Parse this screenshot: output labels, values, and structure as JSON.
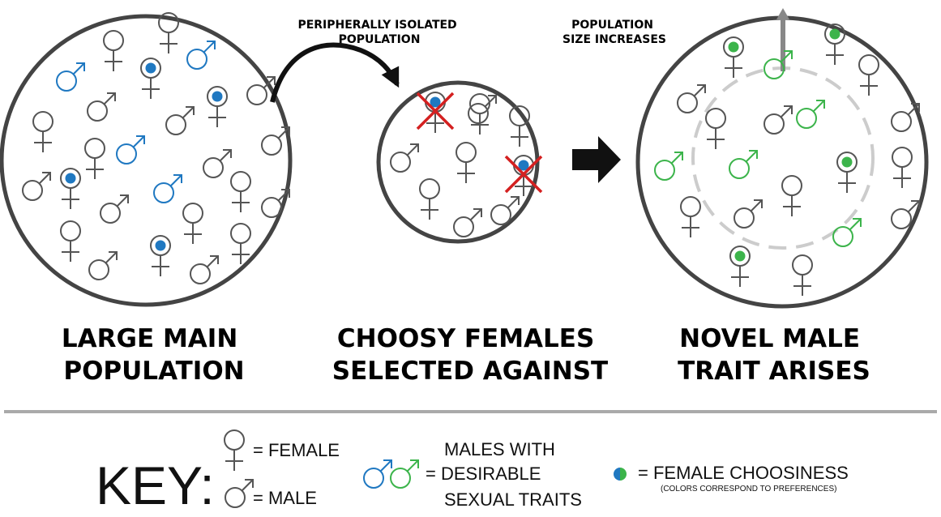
{
  "colors": {
    "outline": "#444444",
    "symbol": "#555555",
    "blue": "#1f78c1",
    "green": "#3cb44b",
    "red": "#d42020",
    "arrow": "#111111",
    "dashed": "#cccccc",
    "divider": "#aaaaaa",
    "grayArrow": "#888888"
  },
  "labels": {
    "isolated": [
      "PERIPHERALLY ISOLATED",
      "POPULATION"
    ],
    "size_increase": [
      "POPULATION",
      "SIZE INCREASES"
    ]
  },
  "panels": [
    {
      "id": "main",
      "caption": [
        "LARGE MAIN",
        "POPULATION"
      ]
    },
    {
      "id": "isolated",
      "caption": [
        "CHOOSY FEMALES",
        "SELECTED AGAINST"
      ]
    },
    {
      "id": "novel",
      "caption": [
        "NOVEL MALE",
        "TRAIT ARISES"
      ]
    }
  ],
  "key": {
    "title": "KEY:",
    "female": "= FEMALE",
    "male": "= MALE",
    "desirable": [
      "MALES WITH",
      "= DESIRABLE",
      "SEXUAL TRAITS"
    ],
    "choosiness": "= FEMALE CHOOSINESS",
    "choosiness_note": "(COLORS CORRESPOND TO PREFERENCES)"
  }
}
